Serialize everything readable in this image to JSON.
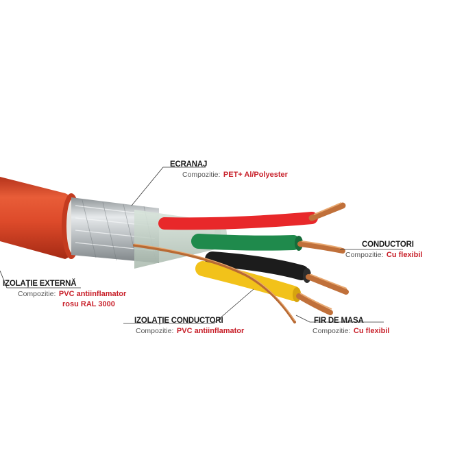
{
  "colors": {
    "jacket": "#dd4a2a",
    "jacket_dark": "#b8321a",
    "screen": "#c9cdd0",
    "wire_red": "#e8282a",
    "wire_green": "#1f8a4c",
    "wire_black": "#1c1c1c",
    "wire_yellow": "#f2c21a",
    "copper": "#c0703a",
    "label_value": "#c8202a",
    "label_caption": "#555555"
  },
  "callouts": {
    "ecranaj": {
      "title": "ECRANAJ",
      "caption": "Compozitie:",
      "value": "PET+ Al/Polyester"
    },
    "conductori": {
      "title": "CONDUCTORI",
      "caption": "Compozitie:",
      "value": "Cu flexibil"
    },
    "izolatie_externa": {
      "title": "IZOLAȚIE EXTERNĂ",
      "caption": "Compozitie:",
      "value_line1": "PVC antiinflamator",
      "value_line2": "rosu RAL 3000"
    },
    "izolatie_conductori": {
      "title": "IZOLAȚIE CONDUCTORI",
      "caption": "Compozitie:",
      "value": "PVC antiinflamator"
    },
    "fir_de_masa": {
      "title": "FIR DE MASA",
      "caption": "Compozitie:",
      "value": "Cu flexibil"
    }
  }
}
